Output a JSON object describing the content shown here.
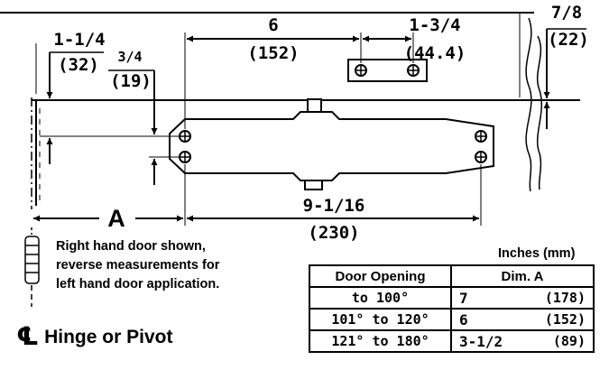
{
  "dimensions": {
    "d1": {
      "inches": "1-1/4",
      "mm": "(32)"
    },
    "d2": {
      "inches": "3/4",
      "mm": "(19)"
    },
    "d3": {
      "inches": "6",
      "mm": "(152)"
    },
    "d4": {
      "inches": "1-3/4",
      "mm": "(44.4)"
    },
    "d5": {
      "inches": "7/8",
      "mm": "(22)"
    },
    "d6": {
      "inches": "9-1/16",
      "mm": "(230)"
    },
    "label_a": "A"
  },
  "note": [
    "Right hand door shown,",
    "reverse measurements for",
    "left hand door application."
  ],
  "centerline": {
    "symbol": "℄",
    "label": "Hinge or Pivot"
  },
  "units_label": "Inches (mm)",
  "table": {
    "headers": [
      "Door Opening",
      "Dim. A"
    ],
    "rows": [
      {
        "opening": "to 100°",
        "inches": "7",
        "mm": "(178)"
      },
      {
        "opening": "101° to 120°",
        "inches": "6",
        "mm": "(152)"
      },
      {
        "opening": "121° to 180°",
        "inches": "3-1/2",
        "mm": "(89)"
      }
    ]
  }
}
